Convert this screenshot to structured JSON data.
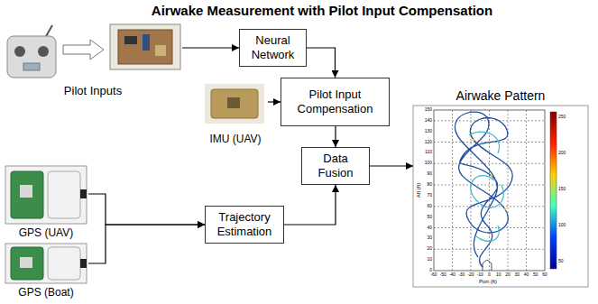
{
  "diagram": {
    "title": "Airwake Measurement with Pilot Input Compensation",
    "nodes": [
      {
        "text": [
          "Pilot Inputs"
        ]
      },
      {
        "text": [
          "Neural Network"
        ]
      },
      {
        "text": [
          "IMU (UAV)"
        ]
      },
      {
        "text": [
          "Pilot Input Compensation"
        ]
      },
      {
        "text": [
          "Data Fusion"
        ]
      },
      {
        "text": [
          "Airwake Pattern"
        ]
      },
      {
        "text": [
          "GPS (UAV)"
        ]
      },
      {
        "text": [
          "GPS (Boat)"
        ]
      },
      {
        "text": [
          "Trajectory Estimation"
        ]
      }
    ],
    "edges": [
      {
        "from": 0,
        "to": 1,
        "arrow": "to"
      },
      {
        "from": 1,
        "to": 3,
        "arrow": "to"
      },
      {
        "from": 2,
        "to": 3,
        "arrow": "to"
      },
      {
        "from": 3,
        "to": 4,
        "arrow": "to"
      },
      {
        "from": 4,
        "to": 5,
        "arrow": "to"
      },
      {
        "from": 6,
        "to": 8,
        "arrow": "to"
      },
      {
        "from": 7,
        "to": 8,
        "arrow": "to"
      },
      {
        "from": 8,
        "to": 4,
        "arrow": "to"
      }
    ],
    "labels": [
      "Aft (ft)",
      "Port (ft)",
      "0",
      "10",
      "20",
      "30",
      "40",
      "50",
      "60",
      "70",
      "80",
      "90",
      "100",
      "110",
      "120",
      "130",
      "140",
      "150",
      "-60",
      "-50",
      "-40",
      "-30",
      "-20",
      "-10",
      "0",
      "10",
      "20",
      "30",
      "40",
      "50",
      "60",
      "250",
      "200",
      "150",
      "100",
      "50"
    ]
  }
}
